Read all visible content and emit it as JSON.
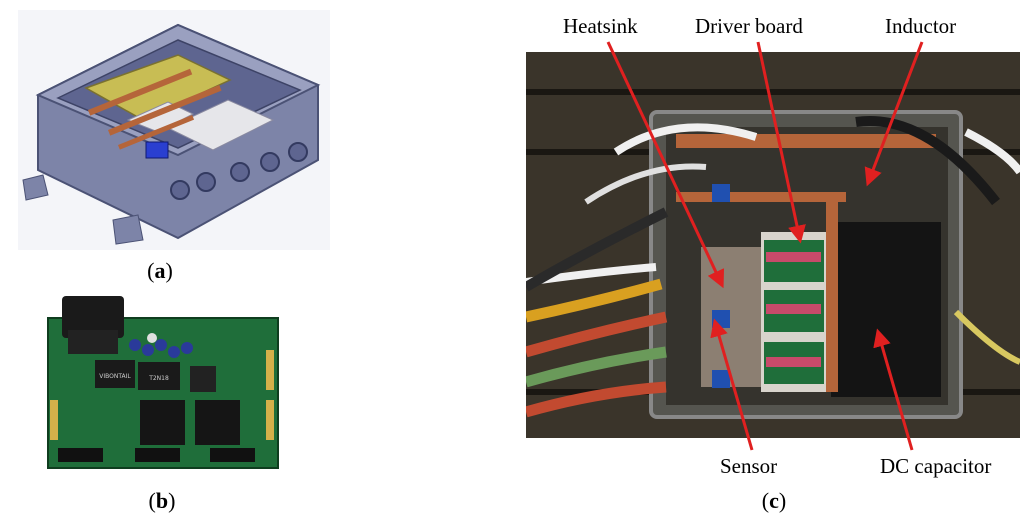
{
  "panels": [
    {
      "id": "a",
      "caption_open": "(",
      "caption_letter": "a",
      "caption_close": ")"
    },
    {
      "id": "b",
      "caption_open": "(",
      "caption_letter": "b",
      "caption_close": ")"
    },
    {
      "id": "c",
      "caption_open": "(",
      "caption_letter": "c",
      "caption_close": ")"
    }
  ],
  "callouts": {
    "heatsink": "Heatsink",
    "driver_board": "Driver board",
    "inductor": "Inductor",
    "sensor": "Sensor",
    "dc_capacitor": "DC capacitor"
  },
  "board_text": {
    "chip1": "VIBONTAIL",
    "chip2": "T2N18"
  },
  "colors": {
    "arrow": "#e02020",
    "cad_body": "#7d84a8",
    "pcb": "#1f6e3a",
    "copper": "#b5653a",
    "sensor_blue": "#2050b0"
  }
}
